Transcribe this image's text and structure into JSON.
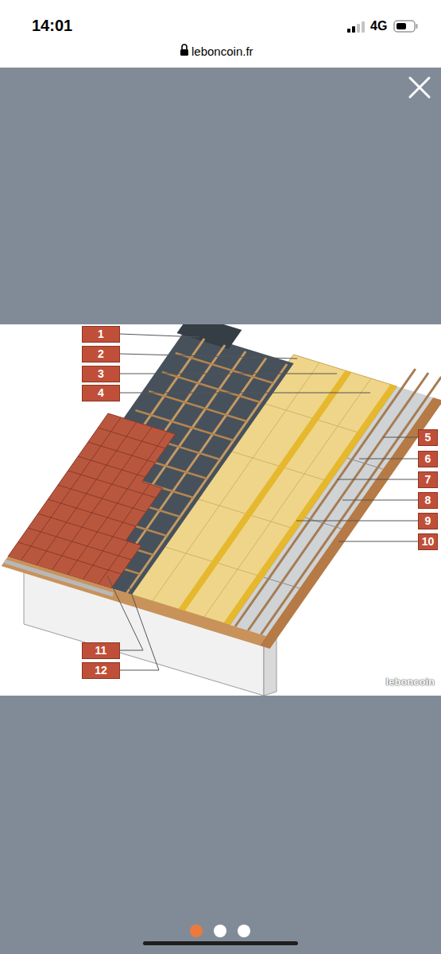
{
  "diagram": {
    "nodes": [
      {
        "text": [
          "1"
        ]
      },
      {
        "text": [
          "2"
        ]
      },
      {
        "text": [
          "3"
        ]
      },
      {
        "text": [
          "4"
        ]
      },
      {
        "text": [
          "5"
        ]
      },
      {
        "text": [
          "6"
        ]
      },
      {
        "text": [
          "7"
        ]
      },
      {
        "text": [
          "8"
        ]
      },
      {
        "text": [
          "9"
        ]
      },
      {
        "text": [
          "10"
        ]
      },
      {
        "text": [
          "11"
        ]
      },
      {
        "text": [
          "12"
        ]
      }
    ],
    "labels": [
      "14:01",
      "4G",
      "leboncoin.fr",
      "leboncoin"
    ]
  }
}
